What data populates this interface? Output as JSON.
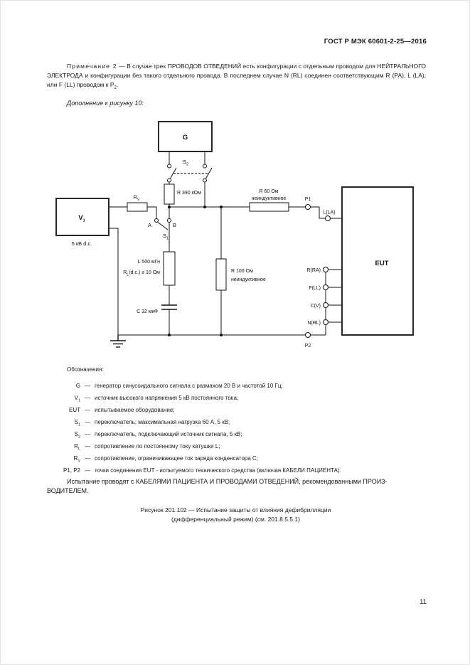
{
  "page": {
    "header": "ГОСТ Р МЭК 60601-2-25—2016",
    "page_number": "11"
  },
  "note": {
    "label": "Примечание 2",
    "body": " — В случае трех ПРОВОДОВ ОТВЕДЕНИЙ есть конфигурации с отдельным проводом для НЕЙТРАЛЬНОГО ЭЛЕКТРОДА и конфигурации без такого отдельного провода. В последнем случае N (RL) соединен соответствующим R (PA), L (LA), или F (LL) проводом к P",
    "sub": "2",
    "tail": "."
  },
  "addendum": "Дополнение к рисунку 10:",
  "diagram": {
    "g_label": "G",
    "s2": {
      "base": "S",
      "sub": "2"
    },
    "r390": "R 390 кОм",
    "r60_line1": "R 60 Ом",
    "r60_line2": "неиндуктивное",
    "p1": "P1",
    "lla": "L(LA)",
    "v1": {
      "base": "V",
      "sub": "1"
    },
    "v1_caption": "5 кВ d.c.",
    "rv": {
      "base": "R",
      "sub": "V"
    },
    "a": "A",
    "b": "B",
    "s1": {
      "base": "S",
      "sub": "1"
    },
    "l_line1": "L 500 мГн",
    "l_line2": {
      "base": "R",
      "sub": "L",
      "rest": "(d.c.) ≤ 10 Ом"
    },
    "c_label": "C 32 мкФ",
    "r100_line1": "R 100 Ом",
    "r100_line2": "неиндуктивное",
    "eut": "EUT",
    "rra": "R(RA)",
    "fll": "F(LL)",
    "cv": "C(V)",
    "nrl": "N(RL)",
    "p2": "P2"
  },
  "legend": {
    "title": "Обозначения:",
    "dash": "—",
    "items": [
      {
        "base": "G",
        "sub": "",
        "desc": "генератор синусоидального сигнала с размахом 20 В и частотой 10 Гц;"
      },
      {
        "base": "V",
        "sub": "1",
        "desc": "источник высокого напряжения 5 кВ постоянного тока;"
      },
      {
        "base": "EUT",
        "sub": "",
        "desc": "испытываемое оборудование;"
      },
      {
        "base": "S",
        "sub": "1",
        "desc": "переключатель; максимальная нагрузка 60 А, 5 кВ;"
      },
      {
        "base": "S",
        "sub": "2",
        "desc": "переключатель, подключающий источник сигнала, 5 кВ;"
      },
      {
        "base": "R",
        "sub": "L",
        "desc": "сопротивление по постоянному току катушки L;"
      },
      {
        "base": "R",
        "sub": "V",
        "desc": "сопротивление, ограничивающее ток заряда конденсатора С;"
      },
      {
        "base": "P1, P2",
        "sub": "",
        "desc": "точки соединения EUT - испытуемого технического средства (включая КАБЕЛИ ПАЦИЕНТА)."
      }
    ]
  },
  "paragraph": {
    "line1": "Испытание проводят с КАБЕЛЯМИ ПАЦИЕНТА И ПРОВОДАМИ ОТВЕДЕНИЙ, рекомендованными ПРОИЗ-",
    "line2": "ВОДИТЕЛЕМ."
  },
  "caption": {
    "line1": "Рисунок 201.102 — Испытание защиты от влияния дефибрилляции",
    "line2": "(дифференциальный режим) (см. 201.8.5.5.1)"
  }
}
